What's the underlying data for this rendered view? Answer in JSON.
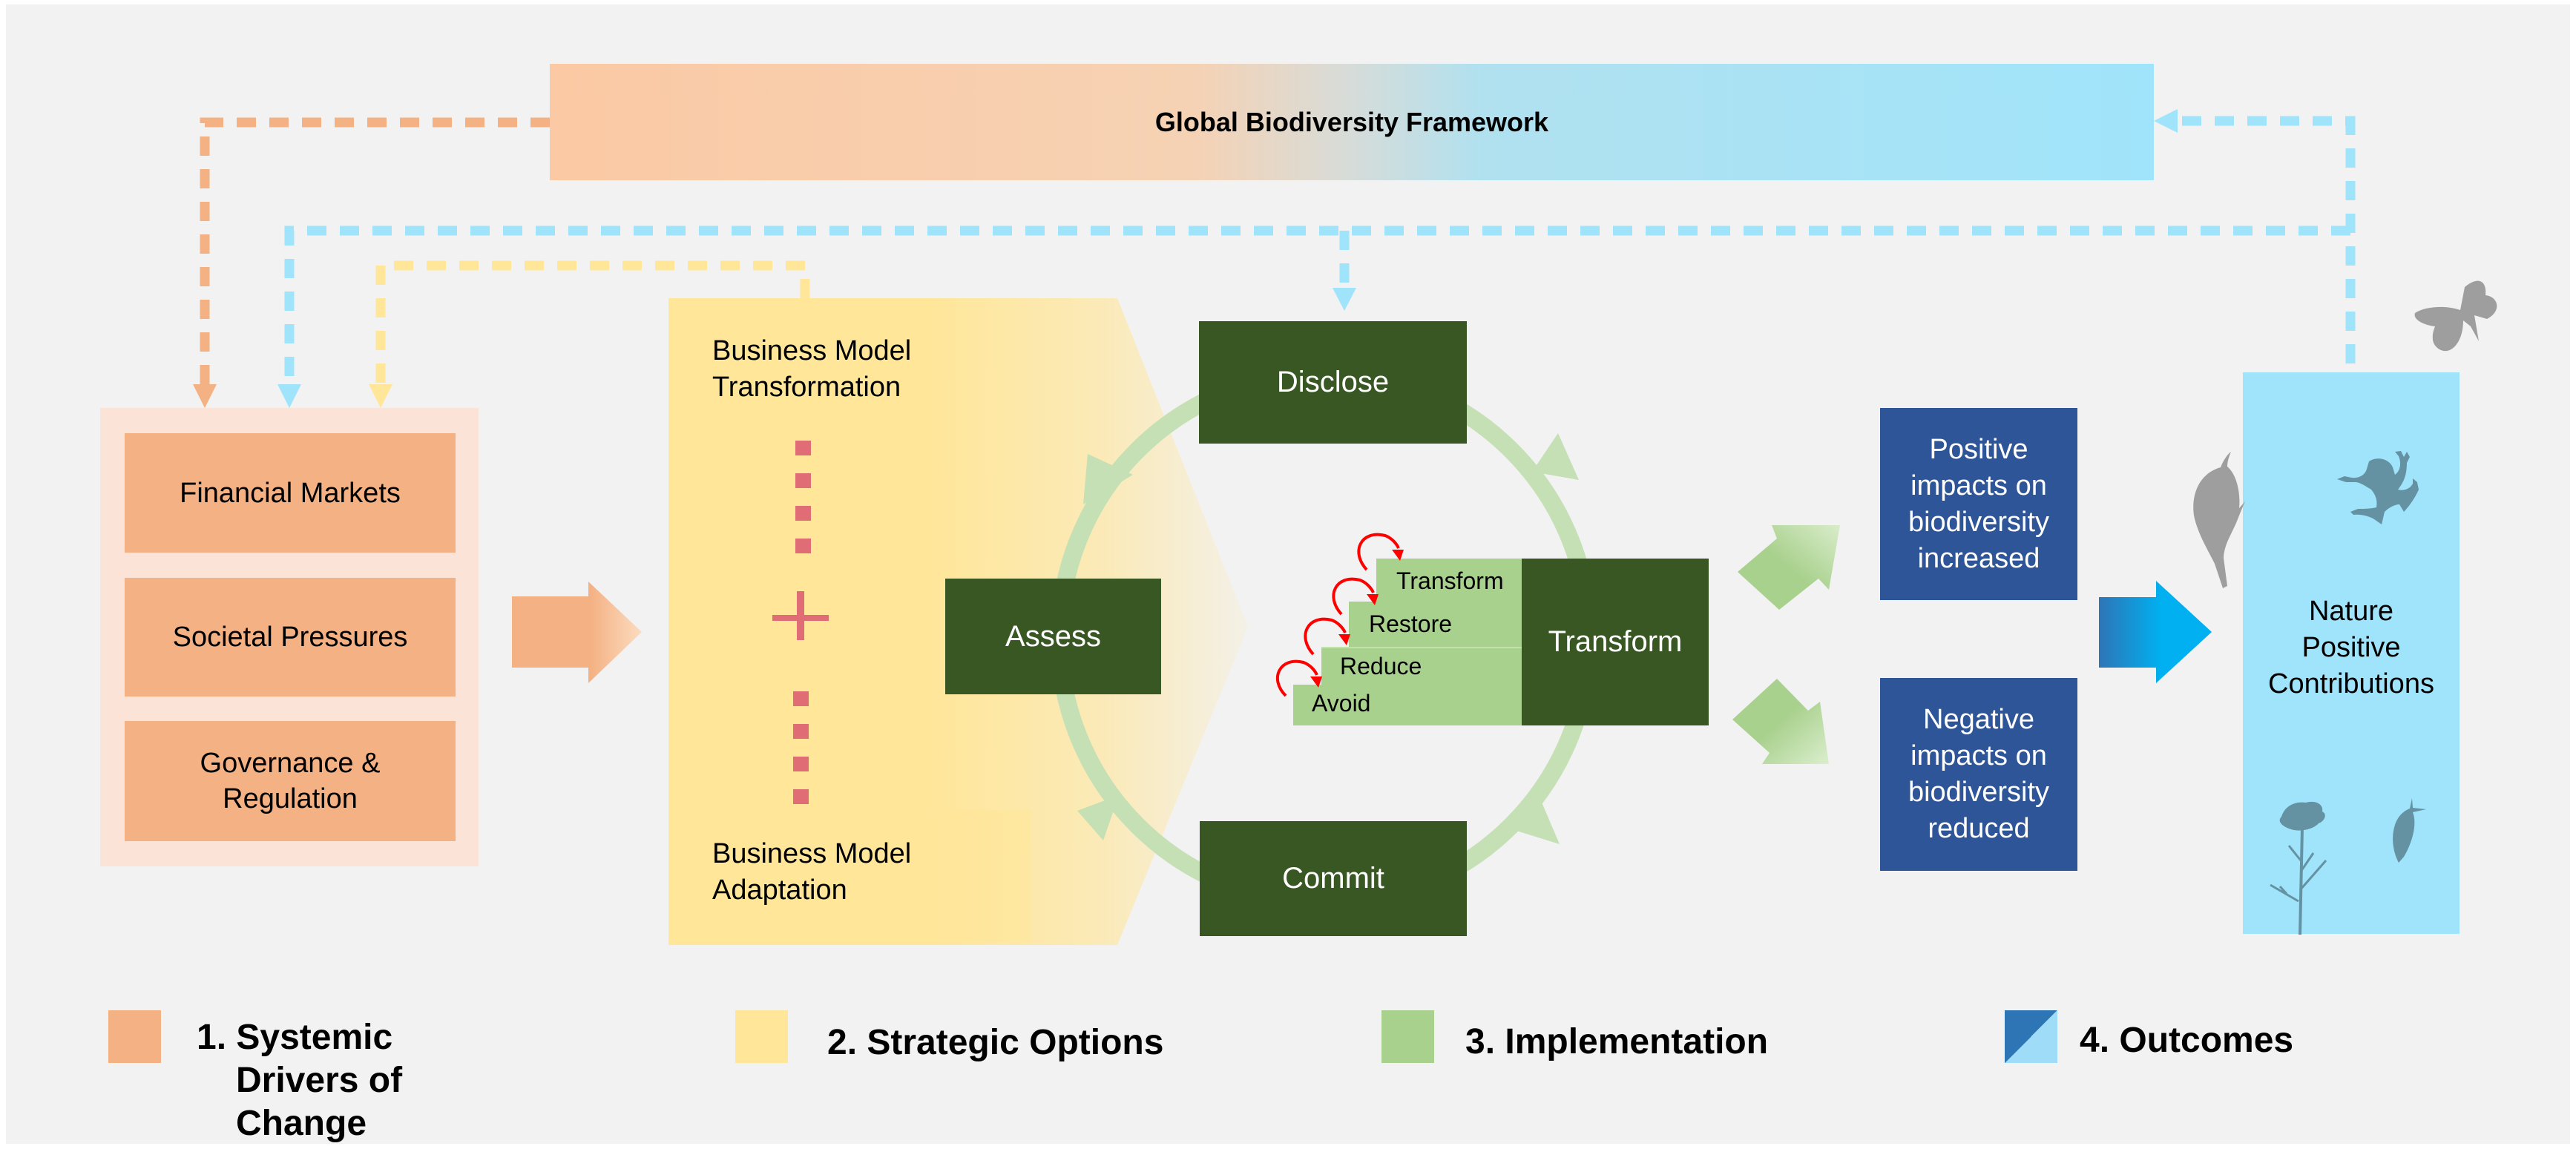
{
  "title": "Global Biodiversity Framework",
  "systemic_drivers": {
    "items": [
      {
        "label": "Financial Markets"
      },
      {
        "label": "Societal Pressures"
      },
      {
        "label": "Governance & Regulation"
      }
    ]
  },
  "strategic_options": {
    "top_label": "Business Model Transformation",
    "bottom_label": "Business Model Adaptation"
  },
  "implementation": {
    "cycle": {
      "assess": "Assess",
      "disclose": "Disclose",
      "transform": "Transform",
      "commit": "Commit"
    },
    "mitigation_hierarchy": [
      "Avoid",
      "Reduce",
      "Restore",
      "Transform"
    ]
  },
  "outcomes": {
    "positive": "Positive impacts on biodiversity increased",
    "negative": "Negative impacts on biodiversity reduced",
    "result": "Nature Positive Contributions"
  },
  "icons": {
    "nature_icons": [
      "butterfly-icon",
      "bird-icon",
      "frog-icon",
      "flower-icon",
      "slug-icon"
    ]
  },
  "legend": [
    {
      "label": "1. Systemic Drivers of Change",
      "color": "#f4b183"
    },
    {
      "label": "2. Strategic Options",
      "color": "#ffe699"
    },
    {
      "label": "3. Implementation",
      "color": "#a9d18e"
    },
    {
      "label": "4. Outcomes",
      "color": "#2e75b6",
      "color2": "#9fdcf7"
    }
  ],
  "colors": {
    "drivers": "#f4b183",
    "drivers_bg": "#fbe4d7",
    "strategy": "#ffe699",
    "implementation_light": "#a9d18e",
    "implementation_dark": "#385723",
    "outcome_box": "#2e5597",
    "nature": "#a0e4fb",
    "feedback_orange": "#f4b183",
    "feedback_blue": "#a0e4fb",
    "feedback_yellow": "#ffe699",
    "hierarchy_arrows": "#ff0000"
  }
}
